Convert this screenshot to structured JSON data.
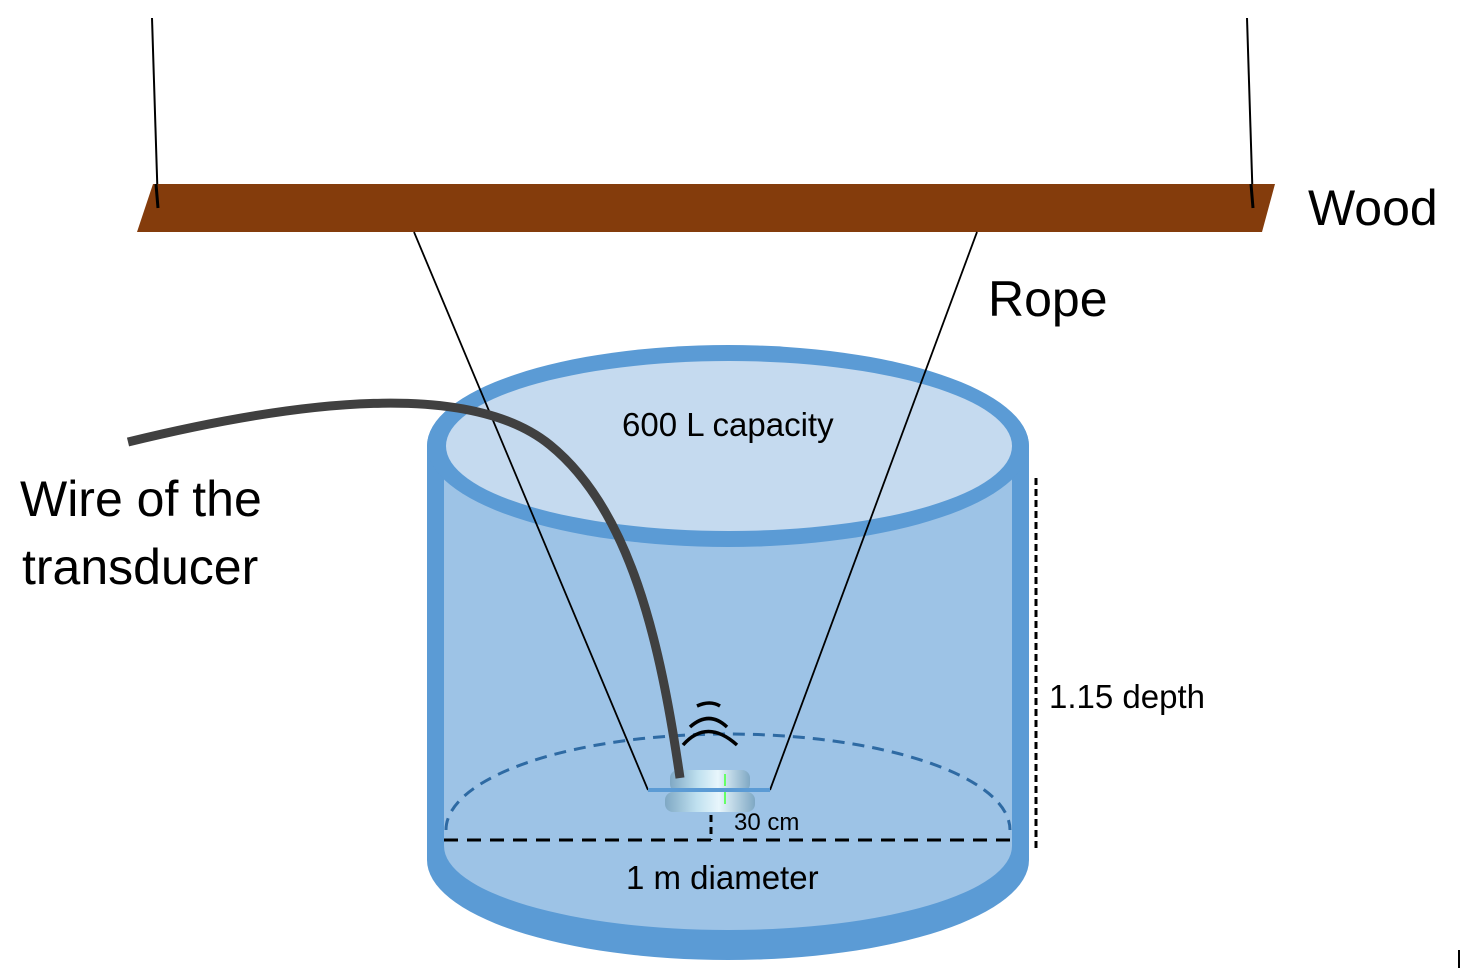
{
  "diagram": {
    "labels": {
      "wood": "Wood",
      "rope": "Rope",
      "wire_line1": "Wire of the",
      "wire_line2": "transducer",
      "capacity": "600 L capacity",
      "depth": "1.15 depth",
      "distance": "30 cm",
      "diameter": "1 m diameter"
    },
    "colors": {
      "wood": "#843c0c",
      "tank_rim": "#5b9bd5",
      "tank_top": "#c5daef",
      "tank_body": "#9dc3e6",
      "wire": "#404040",
      "line": "#000000",
      "sensor": "#9ecae1",
      "sensor_mark": "#66ff66"
    }
  }
}
